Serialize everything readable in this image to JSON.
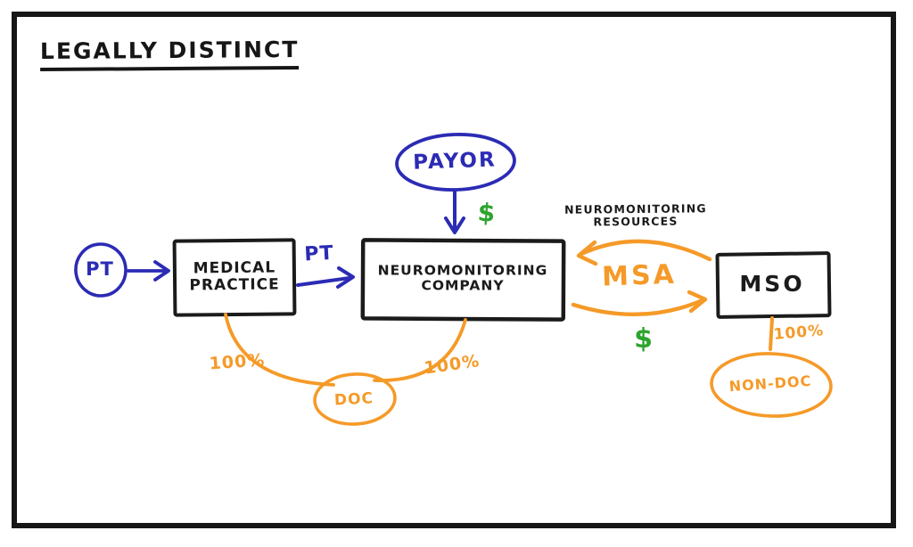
{
  "title": "LEGALLY DISTINCT",
  "colors": {
    "ink": "#1b1b1b",
    "blue": "#2b2bb5",
    "orange": "#f59a28",
    "green": "#2ea42e"
  },
  "nodes": {
    "pt": {
      "label": "PT"
    },
    "medical_practice": {
      "line1": "MEDICAL",
      "line2": "PRACTICE"
    },
    "neuromonitoring_company": {
      "line1": "NEUROMONITORING",
      "line2": "COMPANY"
    },
    "payor": {
      "label": "PAYOR"
    },
    "mso": {
      "label": "MSO"
    },
    "doc": {
      "label": "DOC"
    },
    "non_doc": {
      "label": "NON-DOC"
    }
  },
  "edges": {
    "pt_to_practice": {
      "label": ""
    },
    "practice_to_company": {
      "label": "PT"
    },
    "payor_to_company": {
      "label": "$"
    },
    "msa": {
      "label": "MSA",
      "top_caption_line1": "NEUROMONITORING",
      "top_caption_line2": "RESOURCES",
      "bottom_caption": "$"
    },
    "practice_to_doc": {
      "label": "100%"
    },
    "company_to_doc": {
      "label": "100%"
    },
    "mso_to_nondoc": {
      "label": "100%"
    }
  }
}
